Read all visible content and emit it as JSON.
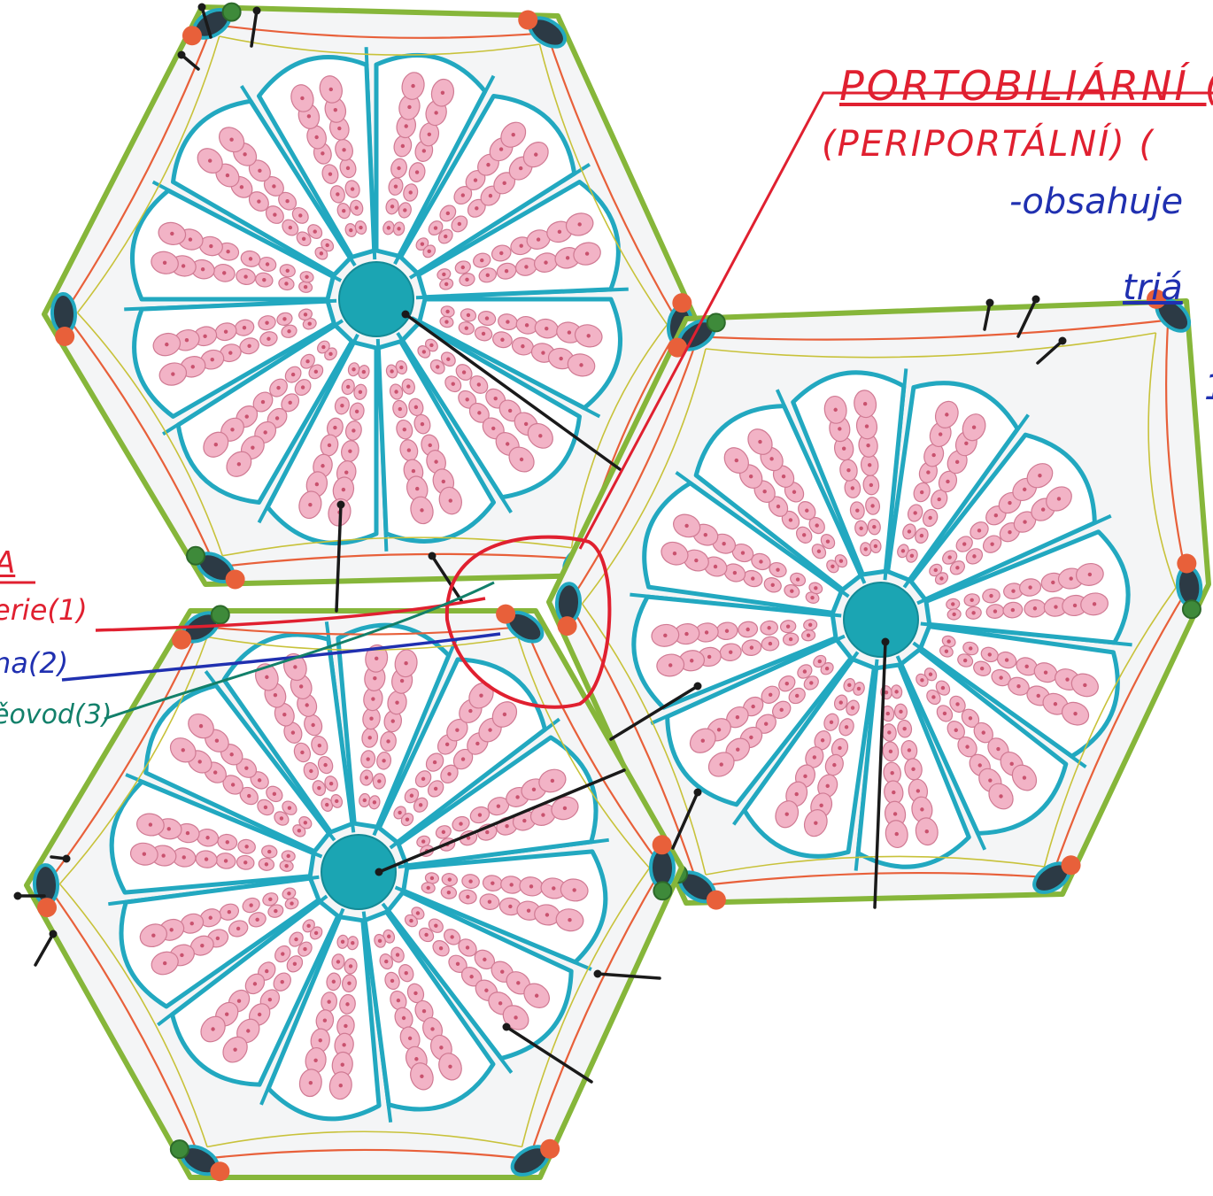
{
  "colors": {
    "sinusoid": "#22a8c0",
    "central_vein": "#1ba5b3",
    "hepatocyte": "#f2b3c6",
    "hepatocyte_nucleus": "#c9526e",
    "lobule_outline": "#86b63a",
    "artery_red": "#e8603a",
    "portal_vein_dark": "#2c3a45",
    "bile_duct_green": "#3e8a3a",
    "annotation_red": "#e02030",
    "annotation_blue": "#2030b0",
    "annotation_green": "#12806a",
    "pointer_black": "#1a1a1a"
  },
  "annotations": {
    "title": "PORTOBILIÁRNÍ (",
    "subtitle": "(PERIPORTÁLNÍ)   (",
    "contains": "-obsahuje",
    "triad": "triá",
    "mark": "1"
  },
  "legend": {
    "heading": "A",
    "artery_line": "erie(1)",
    "vein_line": "na(2)",
    "bile_duct_line": "ěovod(3)"
  }
}
